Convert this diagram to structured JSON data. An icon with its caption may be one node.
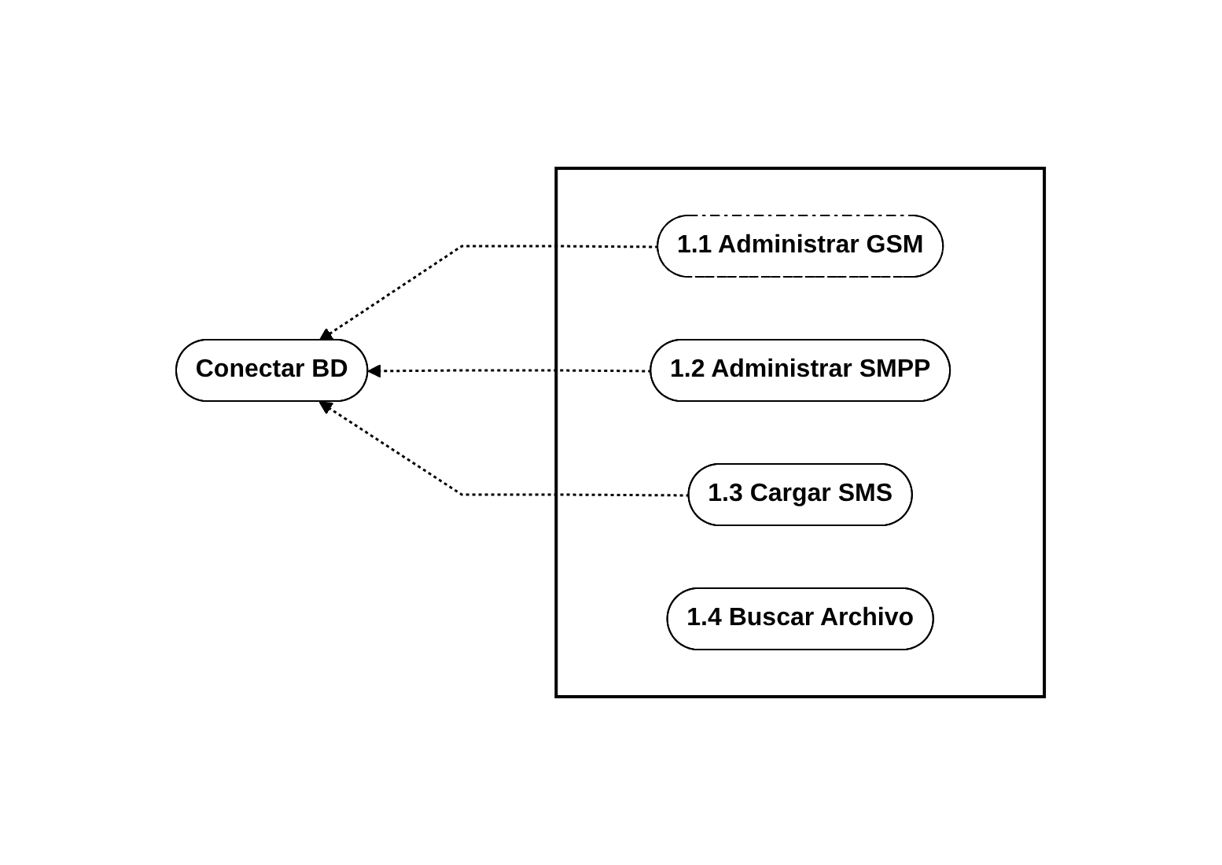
{
  "diagram": {
    "nodes": [
      {
        "text": [
          "Conectar BD"
        ]
      },
      {
        "text": [],
        "shape": "box"
      },
      {
        "text": [
          "1.1 Administrar GSM"
        ],
        "in": 1
      },
      {
        "text": [
          "1.2 Administrar SMPP"
        ],
        "in": 1
      },
      {
        "text": [
          "1.3 Cargar SMS"
        ],
        "in": 1
      },
      {
        "text": [
          "1.4 Buscar Archivo"
        ],
        "in": 1
      }
    ],
    "edges": [
      {
        "from": 2,
        "to": 0,
        "arrow": "to",
        "style": "dashed"
      },
      {
        "from": 3,
        "to": 0,
        "arrow": "to",
        "style": "dashed"
      },
      {
        "from": 4,
        "to": 0,
        "arrow": "to",
        "style": "dashed"
      }
    ]
  }
}
